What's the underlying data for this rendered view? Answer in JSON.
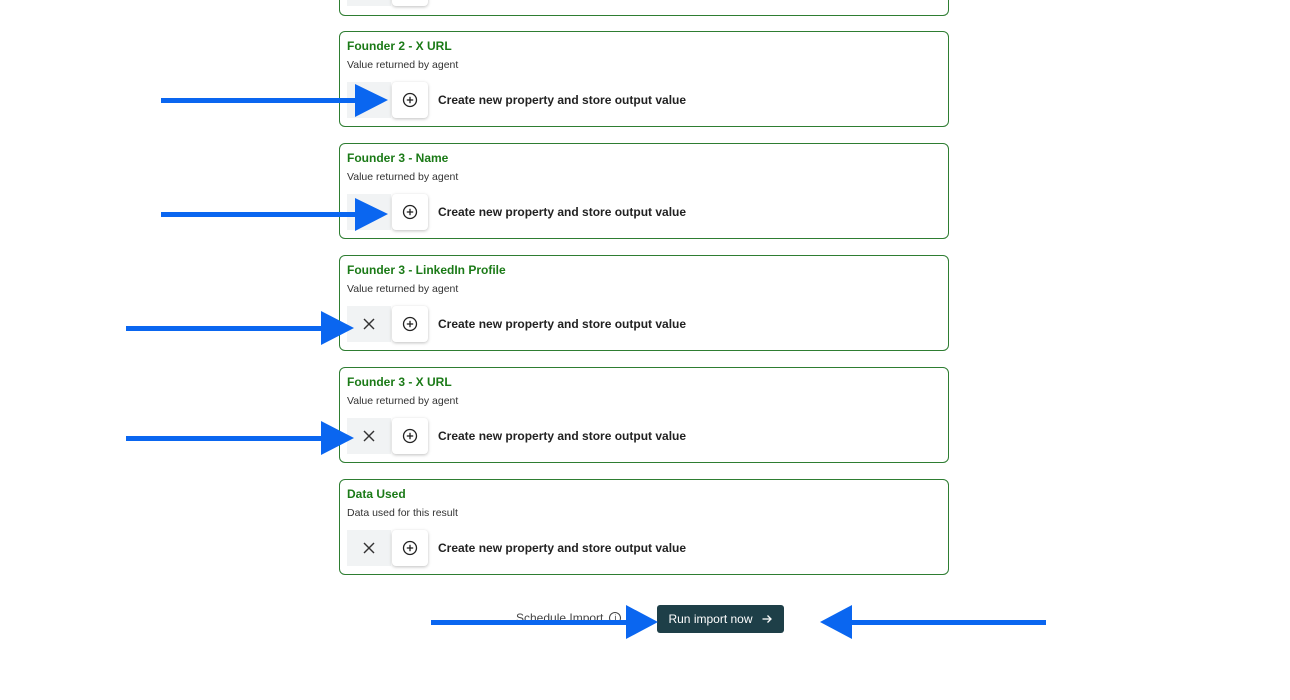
{
  "cards": [
    {
      "title": "Founder 2 - X URL",
      "subtitle": "Value returned by agent",
      "has_close": false,
      "action_label": "Create new property and store output value"
    },
    {
      "title": "Founder 3 - Name",
      "subtitle": "Value returned by agent",
      "has_close": false,
      "action_label": "Create new property and store output value"
    },
    {
      "title": "Founder 3 - LinkedIn Profile",
      "subtitle": "Value returned by agent",
      "has_close": true,
      "action_label": "Create new property and store output value"
    },
    {
      "title": "Founder 3 - X URL",
      "subtitle": "Value returned by agent",
      "has_close": true,
      "action_label": "Create new property and store output value"
    },
    {
      "title": "Data Used",
      "subtitle": "Data used for this result",
      "has_close": true,
      "action_label": "Create new property and store output value"
    }
  ],
  "footer": {
    "schedule_label": "Schedule Import",
    "run_label": "Run import now"
  },
  "colors": {
    "card_border": "#2e7d32",
    "title_green": "#1b7a17",
    "run_button_bg": "#1e3f48",
    "annotation_arrow": "#0a66f0"
  },
  "icons": {
    "close": "close-icon",
    "add": "add-circle-icon",
    "info": "info-icon",
    "arrow_right": "arrow-right-icon"
  }
}
